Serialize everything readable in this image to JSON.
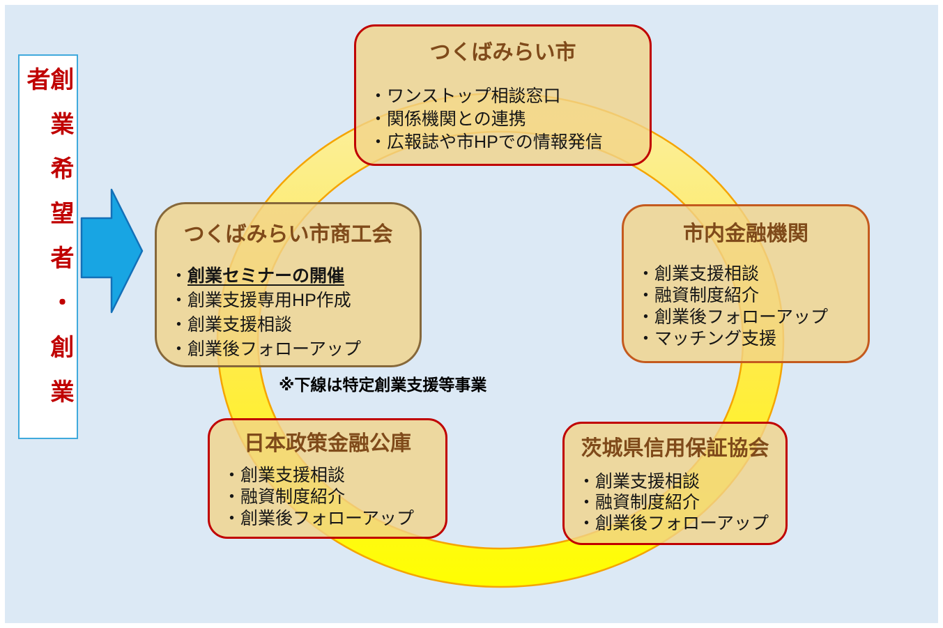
{
  "page": {
    "background_color": "#dce9f5",
    "frame_color": "#ffffff"
  },
  "audience_panel": {
    "label": "創業希望者・創業者",
    "text_color": "#c00000",
    "border_color": "#3fa9dc",
    "fill_color": "#ffffff"
  },
  "flow_arrow": {
    "direction": "right",
    "fill": "#18a5e3",
    "stroke": "#1370b8"
  },
  "support_ring": {
    "fill_top": "#fbf0a3",
    "fill_middle": "#ffe94e",
    "fill_bottom": "#ffff00",
    "stroke": "#f5a400"
  },
  "note": {
    "label": "※下線は特定創業支援等事業"
  },
  "styles": {
    "title_color": "#7f4a1a",
    "body_text_color": "#161616"
  },
  "organizations": [
    {
      "title": "つくばみらい市",
      "border_color": "#c00000",
      "services": [
        {
          "bullet": "・",
          "text": "ワンストップ相談窓口",
          "underline": false
        },
        {
          "bullet": "・",
          "text": "関係機関との連携",
          "underline": false
        },
        {
          "bullet": "・",
          "text": "広報誌や市HPでの情報発信",
          "underline": false
        }
      ]
    },
    {
      "title": "つくばみらい市商工会",
      "border_color": "#86683a",
      "services": [
        {
          "bullet": "・",
          "text": "創業セミナーの開催",
          "underline": true
        },
        {
          "bullet": "・",
          "text": "創業支援専用HP作成",
          "underline": false
        },
        {
          "bullet": "・",
          "text": "創業支援相談",
          "underline": false
        },
        {
          "bullet": "・",
          "text": "創業後フォローアップ",
          "underline": false
        }
      ]
    },
    {
      "title": "市内金融機関",
      "border_color": "#c45a1e",
      "services": [
        {
          "bullet": "・",
          "text": "創業支援相談",
          "underline": false
        },
        {
          "bullet": "・",
          "text": "融資制度紹介",
          "underline": false
        },
        {
          "bullet": "・",
          "text": "創業後フォローアップ",
          "underline": false
        },
        {
          "bullet": "・",
          "text": "マッチング支援",
          "underline": false
        }
      ]
    },
    {
      "title": "日本政策金融公庫",
      "border_color": "#c00000",
      "services": [
        {
          "bullet": "・",
          "text": "創業支援相談",
          "underline": false
        },
        {
          "bullet": "・",
          "text": "融資制度紹介",
          "underline": false
        },
        {
          "bullet": "・",
          "text": "創業後フォローアップ",
          "underline": false
        }
      ]
    },
    {
      "title": "茨城県信用保証協会",
      "border_color": "#c00000",
      "services": [
        {
          "bullet": "・",
          "text": "創業支援相談",
          "underline": false
        },
        {
          "bullet": "・",
          "text": "融資制度紹介",
          "underline": false
        },
        {
          "bullet": "・",
          "text": "創業後フォローアップ",
          "underline": false
        }
      ]
    }
  ]
}
